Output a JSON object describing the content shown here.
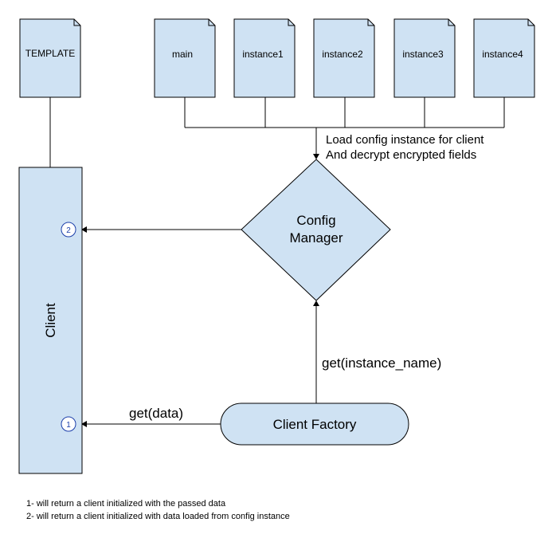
{
  "documents": {
    "template": "TEMPLATE",
    "main": "main",
    "instance1": "instance1",
    "instance2": "instance2",
    "instance3": "instance3",
    "instance4": "instance4"
  },
  "load_note": {
    "line1": "Load config instance for client",
    "line2": "And decrypt encrypted fields"
  },
  "config_manager": {
    "line1": "Config",
    "line2": "Manager"
  },
  "client": "Client",
  "client_factory": "Client Factory",
  "edges": {
    "get_instance_name": "get(instance_name)",
    "get_data": "get(data)"
  },
  "markers": {
    "one": "1",
    "two": "2"
  },
  "footnotes": {
    "note1": "1- will return a client initialized with the passed data",
    "note2": "2- will return a client initialized with data loaded from config instance"
  },
  "colors": {
    "shape_fill": "#cfe2f3",
    "marker": "#1c3faa"
  }
}
